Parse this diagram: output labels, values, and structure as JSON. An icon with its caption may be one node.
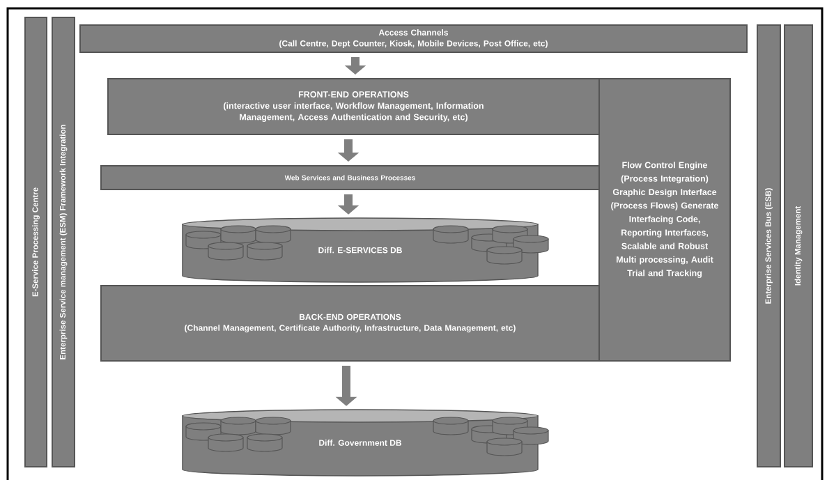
{
  "diagram": {
    "nodes": [
      {
        "text": [
          "Access Channels",
          "(Call Centre, Dept Counter, Kiosk, Mobile Devices,  Post Office, etc)"
        ]
      },
      {
        "text": [
          "FRONT-END OPERATIONS",
          "(interactive user interface, Workflow Management, Information Management, Access Authentication and Security, etc)"
        ]
      },
      {
        "text": [
          "Flow Control Engine (Process Integration) Graphic Design Interface (Process Flows) Generate Interfacing Code, Reporting Interfaces, Scalable and Robust Multi processing, Audit Trial and Tracking"
        ]
      },
      {
        "text": [
          "Web Services and Business Processes"
        ]
      },
      {
        "text": [
          "Diff. E-SERVICES DB"
        ]
      },
      {
        "text": [
          "BACK-END OPERATIONS",
          "(Channel Management, Certificate Authority, Infrastructure, Data Management, etc)"
        ]
      },
      {
        "text": [
          "Diff. Government DB"
        ]
      },
      {
        "text": [
          "E-Service Processing Centre"
        ]
      },
      {
        "text": [
          "Enterprise Service management (ESM) Framework Integration"
        ]
      },
      {
        "text": [
          "Enterprise Services Bus (ESB)"
        ]
      },
      {
        "text": [
          "Identity Management"
        ]
      }
    ],
    "edges": [
      {
        "from": 0,
        "to": 1,
        "arrow": "to"
      },
      {
        "from": 1,
        "to": 3,
        "arrow": "to"
      },
      {
        "from": 3,
        "to": 4,
        "arrow": "to"
      },
      {
        "from": 5,
        "to": 6,
        "arrow": "to"
      }
    ]
  }
}
